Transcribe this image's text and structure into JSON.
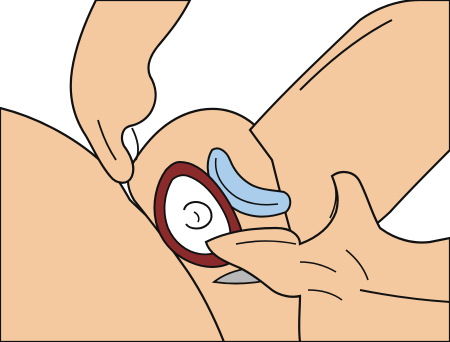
{
  "illustration": {
    "colors": {
      "background": "#ffffff",
      "skin": "#f4c9a0",
      "outline": "#111111",
      "uterus_wall": "#8b2a2a",
      "bladder": "#a9cdea",
      "fetus_cavity": "#ffffff",
      "speculum": "#b8b8b8"
    },
    "parts": [
      "pelvis-outline",
      "examiner-upper-hand",
      "lower-abdomen",
      "uterus",
      "gestational-sac",
      "bladder",
      "examiner-lower-hand",
      "vaginal-canal"
    ]
  }
}
